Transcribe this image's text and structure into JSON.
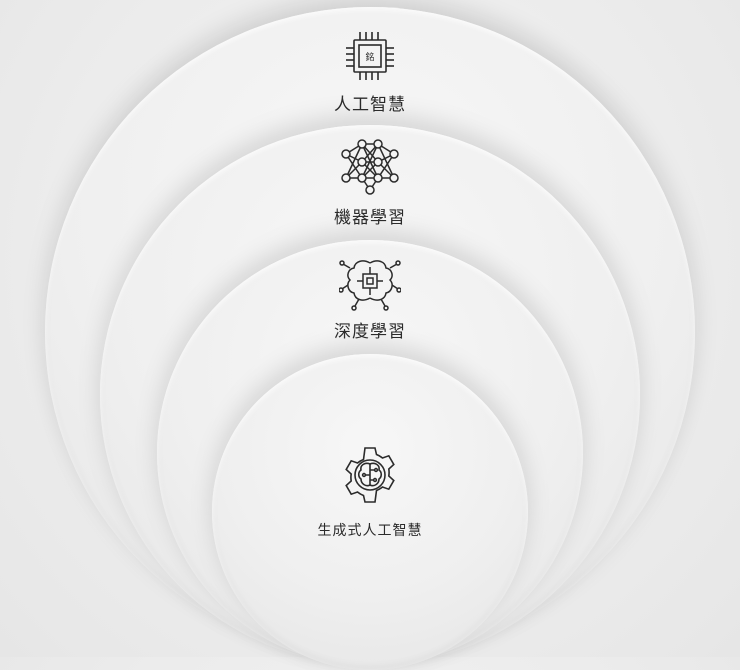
{
  "layers": [
    {
      "label": "人工智慧",
      "icon": "ai-chip-icon",
      "chip_text": "銘"
    },
    {
      "label": "機器學習",
      "icon": "neural-network-icon"
    },
    {
      "label": "深度學習",
      "icon": "brain-circuit-icon"
    },
    {
      "label": "生成式人工智慧",
      "icon": "gear-brain-icon"
    }
  ],
  "colors": {
    "background": "#ececec",
    "ink": "#2b2b2b"
  }
}
